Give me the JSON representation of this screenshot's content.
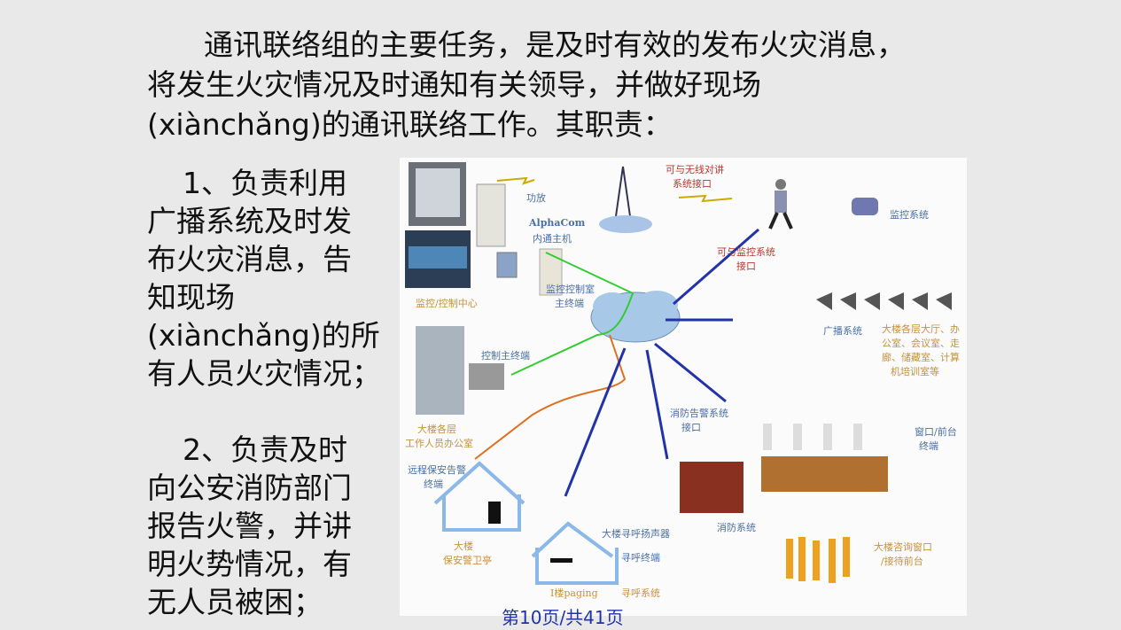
{
  "heading": {
    "line1": "通讯联络组的主要任务，是及时有效的发布火灾消息，",
    "line2": "将发生火灾情况及时通知有关领导，并做好现场",
    "line3": "(xiànchǎng)的通讯联络工作。其职责："
  },
  "duties": [
    {
      "lines": [
        "1、负责利用",
        "广播系统及时发",
        "布火灾消息，告",
        "知现场",
        "(xiànchǎng)的所",
        "有人员火灾情况；"
      ]
    },
    {
      "lines": [
        "2、负责及时",
        "向公安消防部门",
        "报告火警，并讲",
        "明火势情况，有",
        "无人员被困；"
      ]
    }
  ],
  "diagram": {
    "amp": "功放",
    "alphacom": "AlphaCom",
    "alphacom_sub": "内通主机",
    "wireless1": "可与无线对讲",
    "wireless2": "系统接口",
    "cctv": "监控系统",
    "cctv_if1": "可与监控系统",
    "cctv_if2": "接口",
    "control_center": "监控/控制中心",
    "master1": "监控控制室",
    "master2": "主终端",
    "broadcast": "广播系统",
    "areas": [
      "大楼各层大厅、办",
      "公室、会议室、走",
      "廊、储藏室、计算",
      "机培训室等"
    ],
    "ctrl_terminal": "控制主终端",
    "offices1": "大楼各层",
    "offices2": "工作人员办公室",
    "fire_if1": "消防告警系统",
    "fire_if2": "接口",
    "window1": "窗口/前台",
    "window2": "终端",
    "remote1": "远程保安告警",
    "remote2": "终端",
    "guard1": "大楼",
    "guard2": "保安警卫亭",
    "paging_speaker": "大楼寻呼扬声器",
    "paging_terminal": "寻呼终端",
    "fire_system": "消防系统",
    "reception1": "大楼咨询窗口",
    "reception2": "/接待前台",
    "paging1": "I楼paging",
    "paging2": "寻呼系统"
  },
  "footer": "第10页/共41页"
}
